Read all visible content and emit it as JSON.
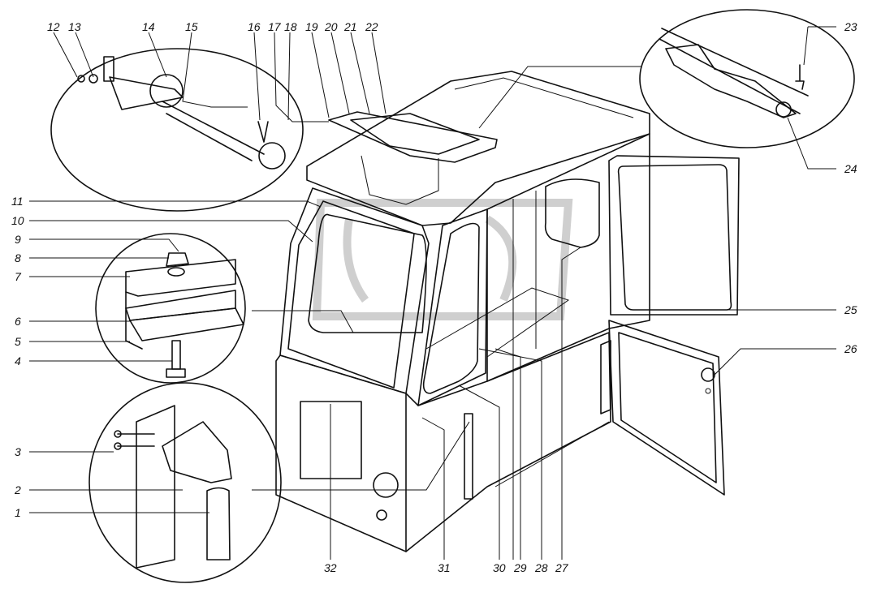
{
  "figure": {
    "callouts": [
      "1",
      "2",
      "3",
      "4",
      "5",
      "6",
      "7",
      "8",
      "9",
      "10",
      "11",
      "12",
      "13",
      "14",
      "15",
      "16",
      "17",
      "18",
      "19",
      "20",
      "21",
      "22",
      "23",
      "24",
      "25",
      "26",
      "27",
      "28",
      "29",
      "30",
      "31",
      "32"
    ]
  }
}
